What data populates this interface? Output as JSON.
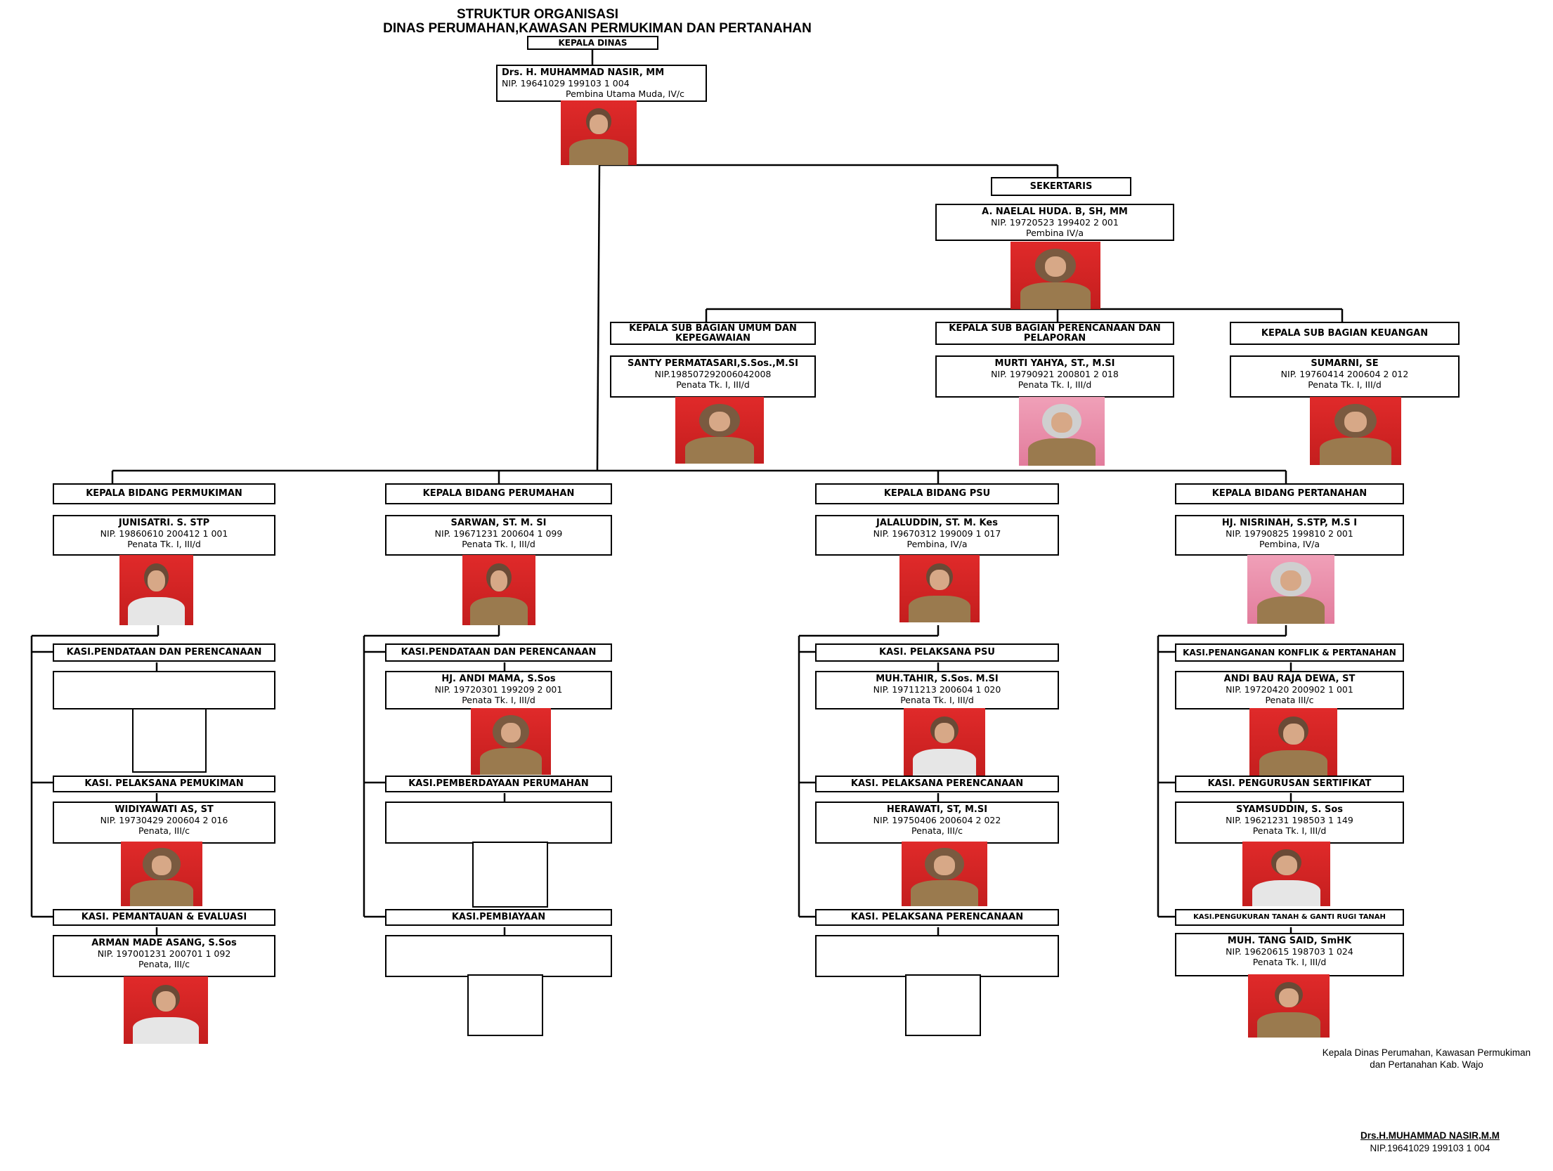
{
  "title": {
    "line1": "STRUKTUR ORGANISASI",
    "line2": "DINAS PERUMAHAN,KAWASAN PERMUKIMAN DAN PERTANAHAN"
  },
  "head": {
    "label": "KEPALA DINAS",
    "name": "Drs. H. MUHAMMAD NASIR, MM",
    "nip": "NIP. 19641029 199103 1 004",
    "rank": "Pembina Utama Muda, IV/c"
  },
  "secretary": {
    "label": "SEKERTARIS",
    "name": "A. NAELAL HUDA. B, SH, MM",
    "nip": "NIP. 19720523 199402 2 001",
    "rank": "Pembina IV/a"
  },
  "subsections": [
    {
      "label": "KEPALA SUB BAGIAN UMUM DAN KEPEGAWAIAN",
      "name": "SANTY PERMATASARI,S.Sos.,M.SI",
      "nip": "NIP.198507292006042008",
      "rank": "Penata Tk. I, III/d"
    },
    {
      "label": "KEPALA SUB BAGIAN PERENCANAAN DAN PELAPORAN",
      "name": "MURTI YAHYA, ST., M.SI",
      "nip": "NIP. 19790921 200801 2 018",
      "rank": "Penata Tk. I, III/d"
    },
    {
      "label": "KEPALA SUB BAGIAN KEUANGAN",
      "name": "SUMARNI, SE",
      "nip": "NIP. 19760414 200604 2 012",
      "rank": "Penata Tk. I, III/d"
    }
  ],
  "divisions": [
    {
      "label": "KEPALA BIDANG PERMUKIMAN",
      "name": "JUNISATRI. S. STP",
      "nip": "NIP. 19860610 200412 1 001",
      "rank": "Penata Tk. I, III/d",
      "sections": [
        {
          "label": "KASI.PENDATAAN DAN PERENCANAAN",
          "name": "",
          "nip": "",
          "rank": ""
        },
        {
          "label": "KASI. PELAKSANA PEMUKIMAN",
          "name": "WIDIYAWATI AS, ST",
          "nip": "NIP. 19730429 200604 2 016",
          "rank": "Penata, III/c"
        },
        {
          "label": "KASI. PEMANTAUAN & EVALUASI",
          "name": "ARMAN MADE ASANG, S.Sos",
          "nip": "NIP. 197001231 200701 1 092",
          "rank": "Penata, III/c"
        }
      ]
    },
    {
      "label": "KEPALA BIDANG PERUMAHAN",
      "name": "SARWAN, ST. M. SI",
      "nip": "NIP. 19671231 200604 1 099",
      "rank": "Penata Tk. I, III/d",
      "sections": [
        {
          "label": "KASI.PENDATAAN DAN PERENCANAAN",
          "name": "HJ. ANDI MAMA, S.Sos",
          "nip": "NIP. 19720301 199209 2 001",
          "rank": "Penata Tk. I, III/d"
        },
        {
          "label": "KASI.PEMBERDAYAAN PERUMAHAN",
          "name": "",
          "nip": "",
          "rank": ""
        },
        {
          "label": "KASI.PEMBIAYAAN",
          "name": "",
          "nip": "",
          "rank": ""
        }
      ]
    },
    {
      "label": "KEPALA BIDANG PSU",
      "name": "JALALUDDIN, ST. M. Kes",
      "nip": "NIP. 19670312 199009 1 017",
      "rank": "Pembina, IV/a",
      "sections": [
        {
          "label": "KASI. PELAKSANA PSU",
          "name": "MUH.TAHIR, S.Sos. M.SI",
          "nip": "NIP. 19711213 200604 1 020",
          "rank": "Penata Tk. I, III/d"
        },
        {
          "label": "KASI. PELAKSANA PERENCANAAN",
          "name": "HERAWATI, ST, M.SI",
          "nip": "NIP. 19750406 200604 2 022",
          "rank": "Penata, III/c"
        },
        {
          "label": "KASI. PELAKSANA PERENCANAAN",
          "name": "",
          "nip": "",
          "rank": ""
        }
      ]
    },
    {
      "label": "KEPALA BIDANG PERTANAHAN",
      "name": "HJ. NISRINAH, S.STP, M.S I",
      "nip": "NIP. 19790825 199810 2 001",
      "rank": "Pembina, IV/a",
      "sections": [
        {
          "label": "KASI.PENANGANAN KONFLIK & PERTANAHAN",
          "name": "ANDI BAU RAJA DEWA, ST",
          "nip": "NIP. 19720420 200902 1 001",
          "rank": "Penata III/c"
        },
        {
          "label": "KASI. PENGURUSAN SERTIFIKAT",
          "name": "SYAMSUDDIN, S. Sos",
          "nip": "NIP. 19621231 198503 1 149",
          "rank": "Penata Tk. I, III/d"
        },
        {
          "label": "KASI.PENGUKURAN TANAH & GANTI RUGI TANAH",
          "name": "MUH. TANG SAID, SmHK",
          "nip": "NIP. 19620615 198703 1 024",
          "rank": "Penata Tk. I, III/d"
        }
      ]
    }
  ],
  "signature": {
    "line1": "Kepala  Dinas Perumahan, Kawasan Permukiman",
    "line2": "dan Pertanahan Kab. Wajo",
    "name": "Drs.H.MUHAMMAD NASIR,M.M",
    "nip": "NIP.19641029 199103 1 004"
  }
}
